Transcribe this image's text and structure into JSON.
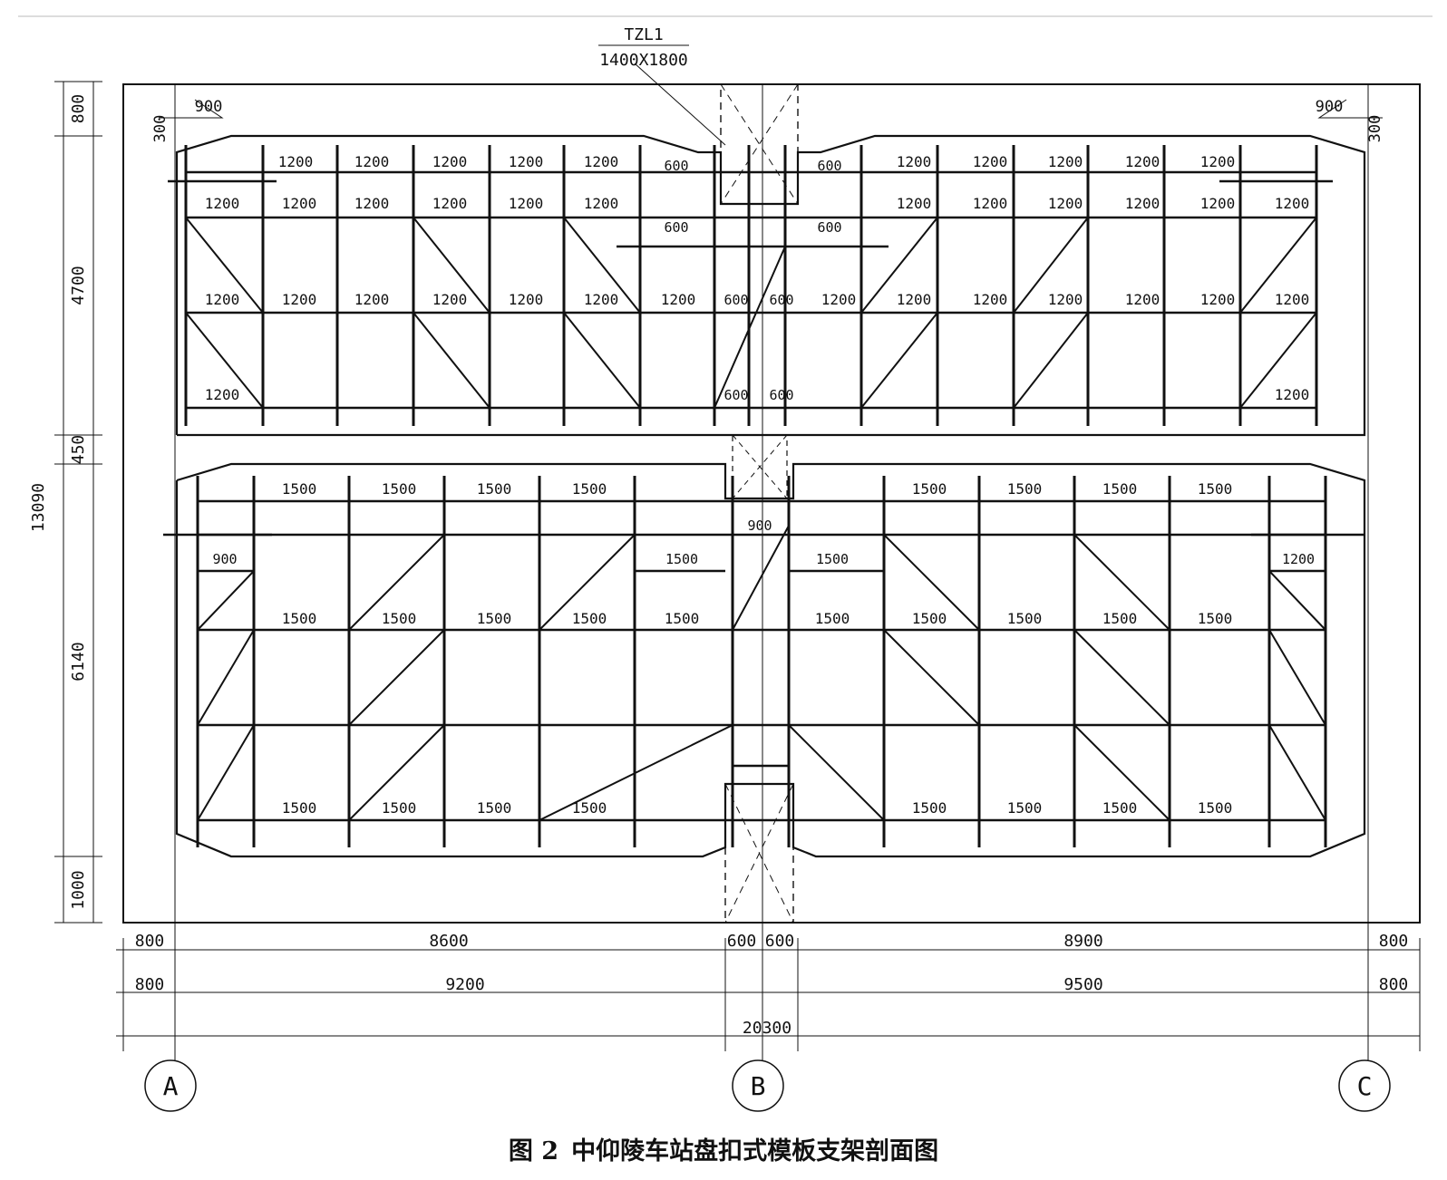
{
  "caption": {
    "figure_label": "图 2",
    "title": "中仰陵车站盘扣式模板支架剖面图"
  },
  "column_tag": {
    "name": "TZL1",
    "size": "1400X1800"
  },
  "axis_labels": [
    "A",
    "B",
    "C"
  ],
  "vertical_dims": {
    "total": "13090",
    "segments": [
      "800",
      "4700",
      "450",
      "6140",
      "1000"
    ]
  },
  "horizontal_dims": {
    "row1": [
      "800",
      "8600",
      "600",
      "600",
      "8900",
      "800"
    ],
    "row2": [
      "800",
      "9200",
      "9500",
      "800"
    ],
    "row3": [
      "20300"
    ]
  },
  "haunch_dims": {
    "top_left": [
      "900",
      "300"
    ],
    "top_right": [
      "900",
      "300"
    ]
  },
  "upper_floor": {
    "top_row_left": [
      "1200",
      "1200",
      "1200",
      "1200",
      "1200",
      "1200"
    ],
    "top_row_right": [
      "1200",
      "1200",
      "1200",
      "1200",
      "1200",
      "1200"
    ],
    "second_row_left": [
      "1200",
      "1200",
      "1200",
      "1200",
      "1200",
      "1200"
    ],
    "second_row_right": [
      "1200",
      "1200",
      "1200",
      "1200",
      "1200",
      "1200"
    ],
    "mid_rows_left": [
      "1200",
      "1200",
      "1200",
      "1200",
      "1200",
      "1200",
      "1200"
    ],
    "mid_rows_right": [
      "1200",
      "1200",
      "1200",
      "1200",
      "1200",
      "1200",
      "1200"
    ],
    "beam_labels": [
      "600",
      "600",
      "600",
      "600"
    ],
    "center_mid": [
      "600",
      "600"
    ],
    "center_bottom": [
      "600",
      "600"
    ]
  },
  "lower_floor": {
    "top_rows_left": [
      "1500",
      "1500",
      "1500",
      "1500"
    ],
    "top_rows_right": [
      "1500",
      "1500",
      "1500",
      "1500"
    ],
    "left_edge": "900",
    "right_edge": "1200",
    "center": "900",
    "beam_left": "1500",
    "beam_right": "1500",
    "main_left": [
      "1500",
      "1500",
      "1500",
      "1500",
      "1500"
    ],
    "main_right": [
      "1500",
      "1500",
      "1500",
      "1500",
      "1500"
    ],
    "bottom_left": [
      "1500",
      "1500",
      "1500",
      "1500"
    ],
    "bottom_right": [
      "1500",
      "1500",
      "1500",
      "1500"
    ]
  }
}
